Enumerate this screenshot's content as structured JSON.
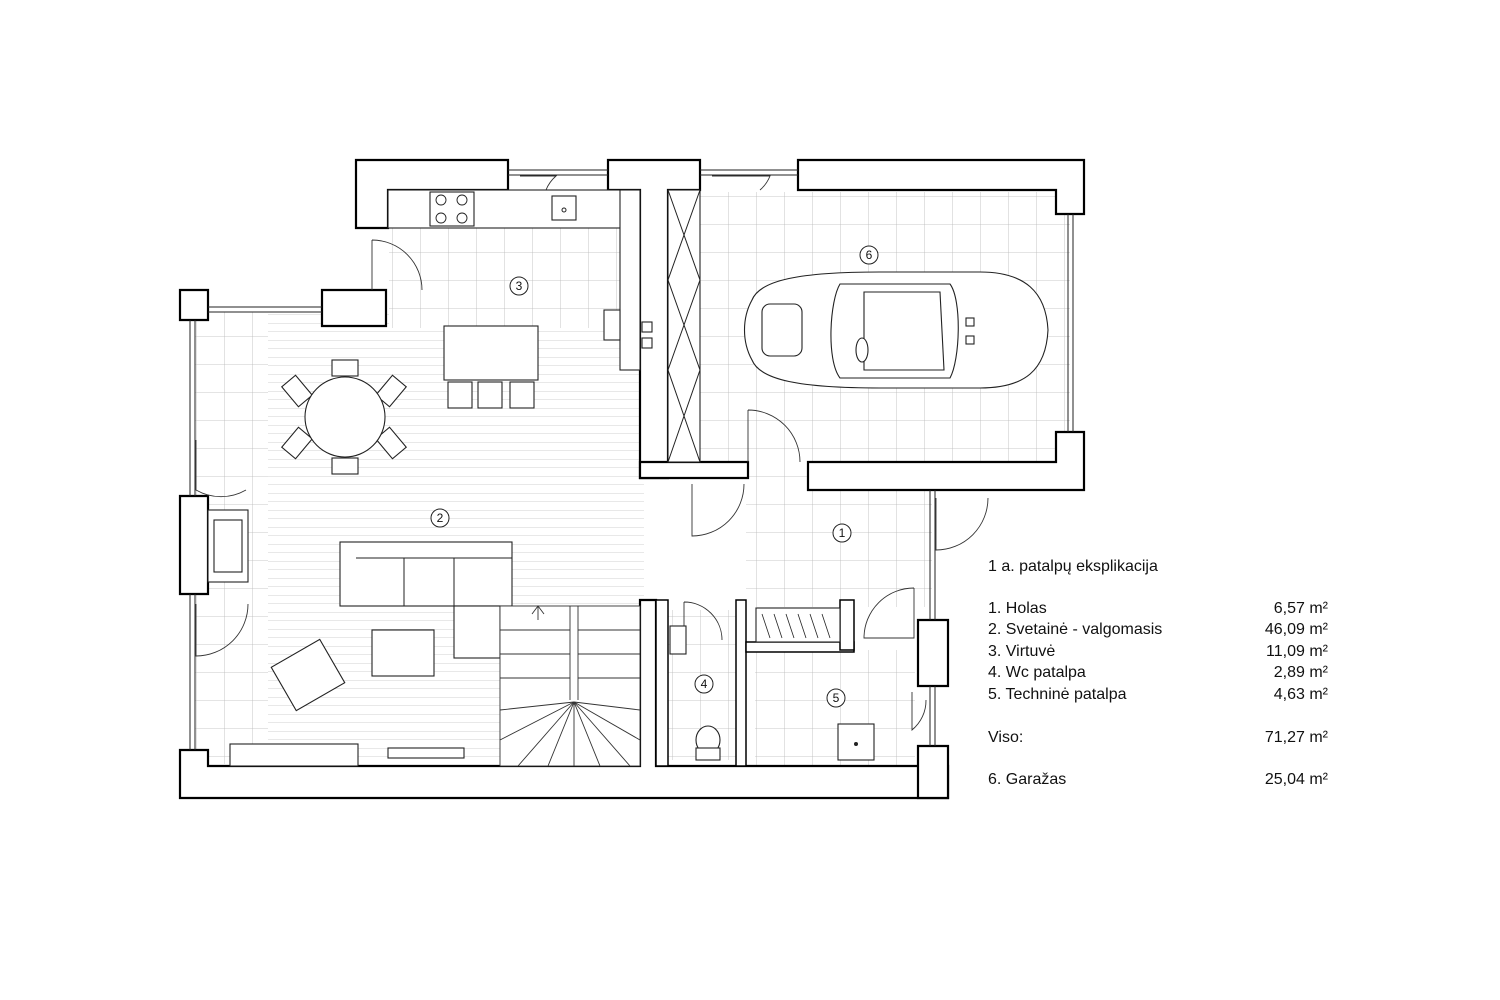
{
  "rooms": [
    {
      "number": "1",
      "name": "Holas",
      "area": "6,57 m²"
    },
    {
      "number": "2",
      "name": "Svetainė - valgomasis",
      "area": "46,09 m²"
    },
    {
      "number": "3",
      "name": "Virtuvė",
      "area": "11,09 m²"
    },
    {
      "number": "4",
      "name": "Wc patalpa",
      "area": "2,89 m²"
    },
    {
      "number": "5",
      "name": "Techninė patalpa",
      "area": "4,63 m²"
    },
    {
      "number": "6",
      "name": "Garažas",
      "area": "25,04 m²"
    }
  ],
  "legend": {
    "title": "1 a. patalpų eksplikacija",
    "lines": [
      {
        "label": "1. Holas",
        "value": "6,57 m²"
      },
      {
        "label": "2. Svetainė - valgomasis",
        "value": "46,09 m²"
      },
      {
        "label": "3. Virtuvė",
        "value": "11,09 m²"
      },
      {
        "label": "4. Wc patalpa",
        "value": "2,89 m²"
      },
      {
        "label": "5. Techninė patalpa",
        "value": "4,63 m²"
      }
    ],
    "total_label": "Viso:",
    "total_value": "71,27 m²",
    "garage_label": "6. Garažas",
    "garage_value": "25,04 m²"
  }
}
